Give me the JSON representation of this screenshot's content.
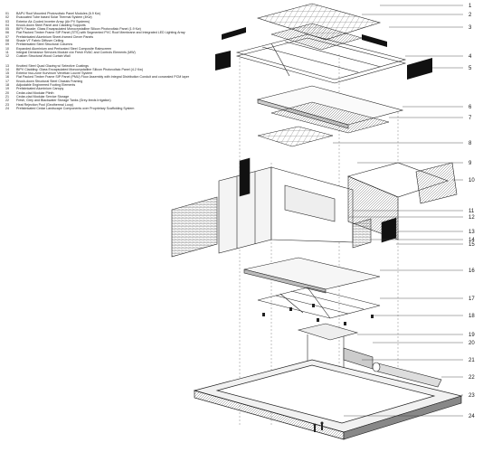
{
  "legend": {
    "group1": [
      {
        "num": "01",
        "text": "BAPV Roof Mounted Photovoltaic Panel Modules (6.9 Kw)"
      },
      {
        "num": "02",
        "text": "Evacuated Tube based Solar Thermal System (4Kw)"
      },
      {
        "num": "03",
        "text": "Exterior Air-Cooled Inverter Array (Air PV Systems)"
      },
      {
        "num": "04",
        "text": "Knock-down Steel Panel and Cladding Supports"
      },
      {
        "num": "05",
        "text": "BIPV Facade: Glass Encapsulated Monocrystalline Silicon Photovoltaic Panel (1.9 Kw)"
      },
      {
        "num": "06",
        "text": "Flat Packed Timber Frame SIP Panel (STS) with Segmented PVC Roof Membrane and Integrated LED Lighting Array"
      },
      {
        "num": "07",
        "text": "Prefabricated Aluminium Sheet-framed Clever Panels"
      },
      {
        "num": "08",
        "text": "Shade VT Fabric Diffuser Ceiling"
      },
      {
        "num": "09",
        "text": "Prefabricated Steel Structural Columns"
      },
      {
        "num": "10",
        "text": "Expanded Aluminium and Perforated Steel Composite Rainscreen"
      },
      {
        "num": "11",
        "text": "Integral Demeanor Services Module c/w Fresh HVAC and Controls Elements (MW)"
      },
      {
        "num": "12",
        "text": "Custom Structural Wood Curtain Wall"
      }
    ],
    "group2": [
      {
        "num": "13",
        "text": "Knotted Steel Quad Glazing w/ Selective Coatings"
      },
      {
        "num": "14",
        "text": "BIPV Cladding: Glass Encapsulated Monocrystalline Silicon Photovoltaic Panel (4.2 Kw)"
      },
      {
        "num": "15",
        "text": "Exterior two-zone Kurvinum Venetian Louvre System"
      },
      {
        "num": "16",
        "text": "Flat Packed Timber Frame SIP Panel (PMU) Floor Assembly with Integral Distribution Conduit and concealed PCM layer"
      },
      {
        "num": "17",
        "text": "Knock-down Structural Steel Chassis Framing"
      },
      {
        "num": "18",
        "text": "Adjustable Engineered Footing Elements"
      },
      {
        "num": "19",
        "text": "Prefabricated Aluminium Canopy"
      },
      {
        "num": "20",
        "text": "Cedar-clad Modular Plinth"
      },
      {
        "num": "21",
        "text": "Cedar-clad Modular Service Storage"
      },
      {
        "num": "22",
        "text": "Fresh, Grey and Blackwater Storage Tanks (Grey-feeds Irrigation)"
      },
      {
        "num": "23",
        "text": "Heat Rejection Pool (Geothermal Loop)"
      },
      {
        "num": "24",
        "text": "Prefabricated Cedar Landscape Components over Proprietary Scaffolding System"
      }
    ]
  },
  "callouts": [
    "1",
    "2",
    "3",
    "4",
    "5",
    "6",
    "7",
    "8",
    "9",
    "10",
    "11",
    "12",
    "13",
    "14",
    "15",
    "16",
    "17",
    "18",
    "19",
    "20",
    "21",
    "22",
    "23",
    "24"
  ],
  "colors": {
    "line": "#222222",
    "panel": "#111111",
    "light": "#f2f2f2",
    "grey": "#9a9a9a"
  }
}
